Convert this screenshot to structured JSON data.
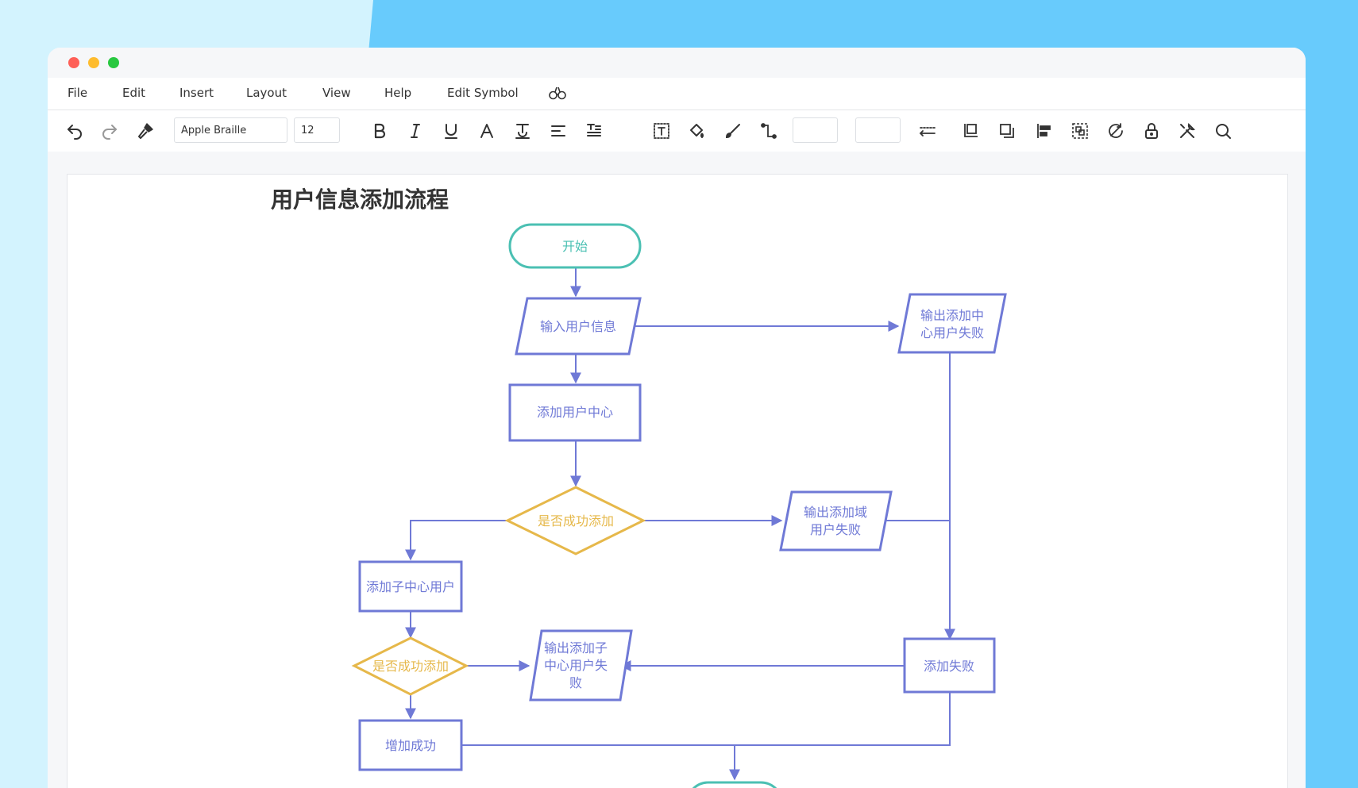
{
  "menu": {
    "items": [
      "File",
      "Edit",
      "Insert",
      "Layout",
      "View",
      "Help",
      "Edit Symbol"
    ]
  },
  "toolbar": {
    "font_name": "Apple Braille",
    "font_size": "12",
    "line_color_value": "",
    "fill_color_value": ""
  },
  "icons": {
    "menu_extra": "binoculars-icon",
    "toolbar": [
      "undo-icon",
      "redo-icon",
      "format-painter-icon",
      "bold-icon",
      "italic-icon",
      "underline-icon",
      "font-color-icon",
      "text-style-icon",
      "align-icon",
      "paragraph-icon",
      "text-box-icon",
      "fill-bucket-icon",
      "brush-icon",
      "connector-icon",
      "line-style-icon",
      "bring-front-icon",
      "send-back-icon",
      "align-left-icon",
      "group-icon",
      "no-rotate-icon",
      "lock-icon",
      "tools-icon",
      "search-icon"
    ]
  },
  "colors": {
    "background": "#68cbfc",
    "process": "#6f79d6",
    "decision": "#e6b84a",
    "terminal": "#4bc0b3",
    "close": "#fe5f57",
    "minimize": "#febc2e",
    "maximize": "#28c840"
  },
  "diagram": {
    "title": "用户信息添加流程",
    "start": "开始",
    "input_user_info": "输入用户信息",
    "add_user_center": "添加用户中心",
    "decision_1": "是否成功添加",
    "output_fail_center": [
      "输出添加中",
      "心用户失败"
    ],
    "output_fail_domain": [
      "输出添加域",
      "用户失败"
    ],
    "add_sub_center_user": "添加子中心用户",
    "decision_2": "是否成功添加",
    "output_fail_sub": [
      "输出添加子",
      "中心用户失",
      "败"
    ],
    "add_fail": "添加失败",
    "add_success": "增加成功"
  }
}
